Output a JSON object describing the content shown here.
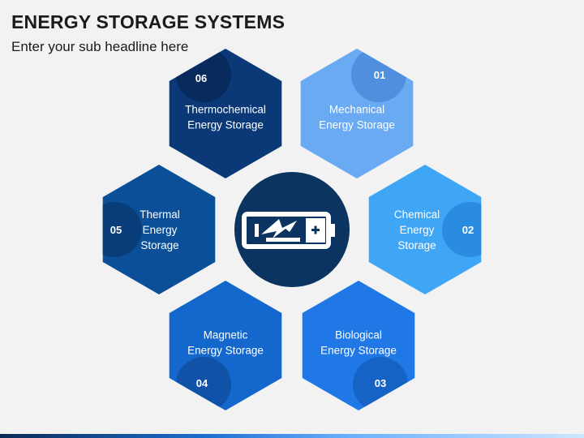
{
  "header": {
    "title": "ENERGY STORAGE SYSTEMS",
    "subtitle": "Enter your sub headline here"
  },
  "center": {
    "icon": "battery-charging-icon"
  },
  "items": [
    {
      "id": "mechanical",
      "number": "01",
      "lines": [
        "Mechanical",
        "Energy Storage"
      ],
      "color": "#6aaaf3",
      "shade": "#4f8fdd"
    },
    {
      "id": "chemical",
      "number": "02",
      "lines": [
        "Chemical",
        "Energy",
        "Storage"
      ],
      "color": "#3fa5f5",
      "shade": "#2a8be0"
    },
    {
      "id": "biological",
      "number": "03",
      "lines": [
        "Biological",
        "Energy Storage"
      ],
      "color": "#1f78e6",
      "shade": "#1663c6"
    },
    {
      "id": "magnetic",
      "number": "04",
      "lines": [
        "Magnetic",
        "Energy Storage"
      ],
      "color": "#1467cc",
      "shade": "#0f52a8"
    },
    {
      "id": "thermal",
      "number": "05",
      "lines": [
        "Thermal",
        "Energy",
        "Storage"
      ],
      "color": "#0b4f98",
      "shade": "#083d7a"
    },
    {
      "id": "thermochemical",
      "number": "06",
      "lines": [
        "Thermochemical",
        "Energy Storage"
      ],
      "color": "#0b3978",
      "shade": "#082a5c"
    }
  ],
  "colors": {
    "center": "#0b3460",
    "background": "#f2f2f2"
  }
}
